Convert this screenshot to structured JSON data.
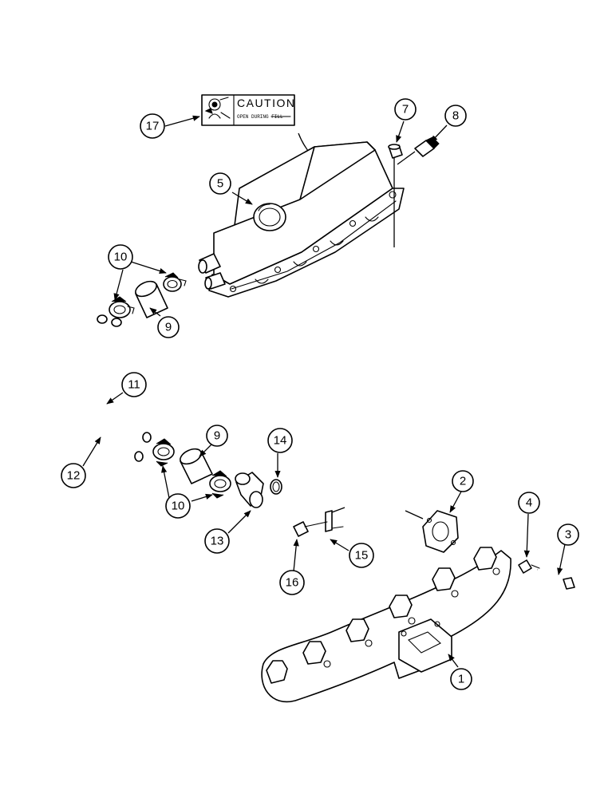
{
  "decal": {
    "caption": "CAUTION",
    "subtext": "OPEN DURING FILL"
  },
  "callouts": [
    {
      "id": "1",
      "label": "1"
    },
    {
      "id": "2",
      "label": "2"
    },
    {
      "id": "3",
      "label": "3"
    },
    {
      "id": "4",
      "label": "4"
    },
    {
      "id": "5",
      "label": "5"
    },
    {
      "id": "7",
      "label": "7"
    },
    {
      "id": "8",
      "label": "8"
    },
    {
      "id": "9a",
      "label": "9"
    },
    {
      "id": "9b",
      "label": "9"
    },
    {
      "id": "10a",
      "label": "10"
    },
    {
      "id": "10b",
      "label": "10"
    },
    {
      "id": "11",
      "label": "11"
    },
    {
      "id": "12",
      "label": "12"
    },
    {
      "id": "13",
      "label": "13"
    },
    {
      "id": "14",
      "label": "14"
    },
    {
      "id": "15",
      "label": "15"
    },
    {
      "id": "16",
      "label": "16"
    },
    {
      "id": "17",
      "label": "17"
    }
  ]
}
